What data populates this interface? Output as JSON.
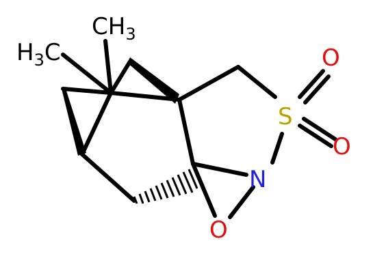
{
  "molecule": {
    "atoms": {
      "ch3_top": {
        "element": "C",
        "subscript_text": "3",
        "label": "CH",
        "color": "#000000"
      },
      "h3c_left": {
        "element": "C",
        "prefix": "H",
        "prefix_sub": "3",
        "label": "C",
        "color": "#000000"
      },
      "sulfur": {
        "label": "S",
        "color": "#b8a200"
      },
      "nitrogen": {
        "label": "N",
        "color": "#1f1fe6"
      },
      "oxygen_ring": {
        "label": "O",
        "color": "#e01010"
      },
      "oxygen_upper": {
        "label": "O",
        "color": "#e01010"
      },
      "oxygen_lower": {
        "label": "O",
        "color": "#e01010"
      }
    },
    "colors": {
      "bond": "#000000",
      "background": "#ffffff"
    }
  }
}
